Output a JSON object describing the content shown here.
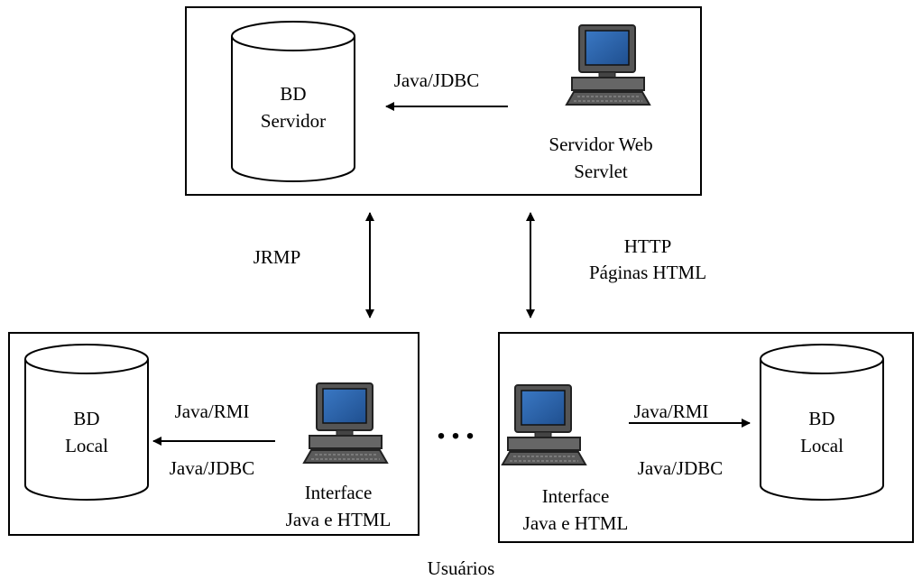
{
  "server": {
    "db_line1": "BD",
    "db_line2": "Servidor",
    "link_label": "Java/JDBC",
    "computer_label_line1": "Servidor Web",
    "computer_label_line2": "Servlet"
  },
  "connections": {
    "left_label": "JRMP",
    "right_label_line1": "HTTP",
    "right_label_line2": "Páginas HTML"
  },
  "client_left": {
    "db_line1": "BD",
    "db_line2": "Local",
    "link_label_top": "Java/RMI",
    "link_label_bottom": "Java/JDBC",
    "computer_label_line1": "Interface",
    "computer_label_line2": "Java e HTML"
  },
  "client_right": {
    "db_line1": "BD",
    "db_line2": "Local",
    "link_label_top": "Java/RMI",
    "link_label_bottom": "Java/JDBC",
    "computer_label_line1": "Interface",
    "computer_label_line2": "Java e HTML"
  },
  "ellipsis": "...",
  "footer_label": "Usuários",
  "colors": {
    "screen": "#1f4f8f",
    "screen_glow": "#3a78c4",
    "monitor_body": "#4a4a4a",
    "line": "#000000"
  }
}
